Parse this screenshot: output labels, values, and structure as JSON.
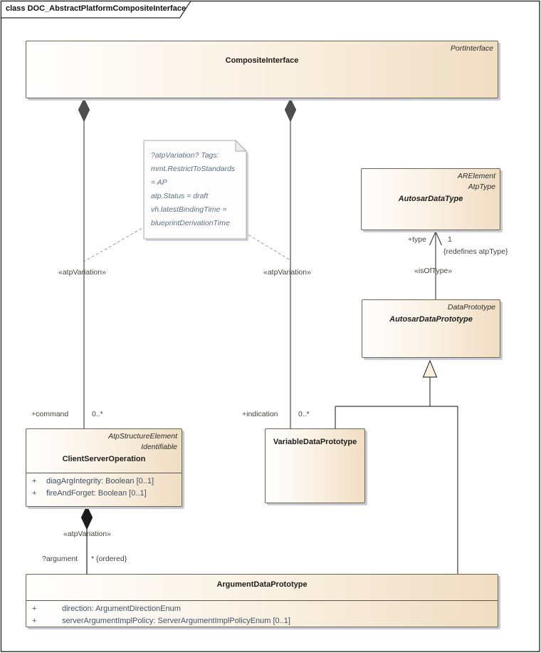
{
  "frame": {
    "title": "class DOC_AbstractPlatformCompositeInterface"
  },
  "colors": {
    "box_fill_right": "#f0ddc2",
    "box_border": "#69654f",
    "attribute_text": "#3e5166",
    "connector_line": "#4a4a46",
    "note_text": "#5f7080",
    "shadow": "#c9ccd7"
  },
  "classes": {
    "composite_interface": {
      "stereotypes": [
        "PortInterface"
      ],
      "name": "CompositeInterface"
    },
    "autosar_data_type": {
      "stereotypes": [
        "ARElement",
        "AtpType"
      ],
      "name": "AutosarDataType"
    },
    "autosar_data_prototype": {
      "stereotypes": [
        "DataPrototype"
      ],
      "name": "AutosarDataPrototype"
    },
    "client_server_operation": {
      "stereotypes": [
        "AtpStructureElement",
        "Identifiable"
      ],
      "name": "ClientServerOperation",
      "attributes": [
        {
          "vis": "+",
          "text": "diagArgIntegrity: Boolean [0..1]"
        },
        {
          "vis": "+",
          "text": "fireAndForget: Boolean [0..1]"
        }
      ]
    },
    "variable_data_prototype": {
      "name": "VariableDataPrototype"
    },
    "argument_data_prototype": {
      "name": "ArgumentDataPrototype",
      "attributes": [
        {
          "vis": "+",
          "text": "direction: ArgumentDirectionEnum"
        },
        {
          "vis": "+",
          "text": "serverArgumentImplPolicy: ServerArgumentImplPolicyEnum [0..1]"
        }
      ]
    }
  },
  "note": {
    "lines": [
      "?atpVariation? Tags:",
      "mmt.RestrictToStandards",
      "= AP",
      "atp.Status = draft",
      "vh.latestBindingTime =",
      "blueprintDerivationTime"
    ]
  },
  "labels": {
    "command_role": "+command",
    "command_mult": "0..*",
    "indication_role": "+indication",
    "indication_mult": "0..*",
    "atp_variation_left": "«atpVariation»",
    "atp_variation_right": "«atpVariation»",
    "atp_variation_bottom": "«atpVariation»",
    "type_role": "+type",
    "type_mult": "1",
    "type_constraint": "{redefines atpType}",
    "is_of_type": "«isOfType»",
    "argument_role": "?argument",
    "argument_mult": "* {ordered}"
  }
}
